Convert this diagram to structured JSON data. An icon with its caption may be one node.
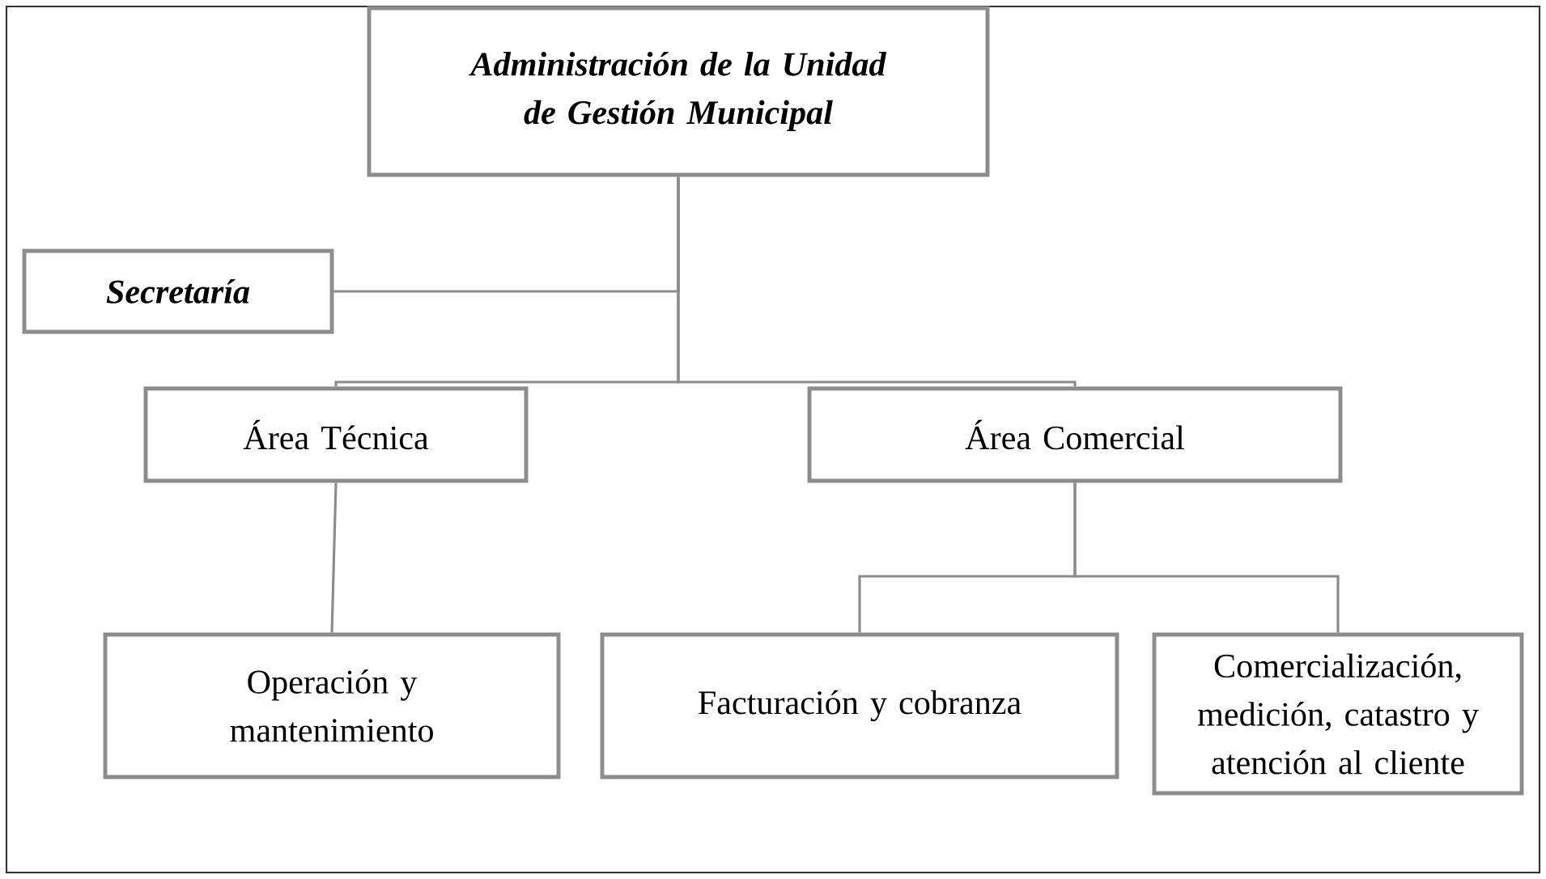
{
  "diagram": {
    "nodes": [
      {
        "text": [
          "Administración de la Unidad de Gestión Municipal"
        ]
      },
      {
        "text": [
          "Secretaría"
        ]
      },
      {
        "text": [
          "Área Técnica"
        ]
      },
      {
        "text": [
          "Área Comercial"
        ]
      },
      {
        "text": [
          "Operación y mantenimiento"
        ]
      },
      {
        "text": [
          "Facturación y cobranza"
        ]
      },
      {
        "text": [
          "Comercialización, medición, catastro y atención al cliente"
        ]
      }
    ],
    "edges": [
      {
        "from": 0,
        "to": 1,
        "arrow": "none"
      },
      {
        "from": 0,
        "to": 2,
        "arrow": "none"
      },
      {
        "from": 0,
        "to": 3,
        "arrow": "none"
      },
      {
        "from": 2,
        "to": 4,
        "arrow": "none"
      },
      {
        "from": 3,
        "to": 5,
        "arrow": "none"
      },
      {
        "from": 3,
        "to": 6,
        "arrow": "none"
      }
    ]
  }
}
